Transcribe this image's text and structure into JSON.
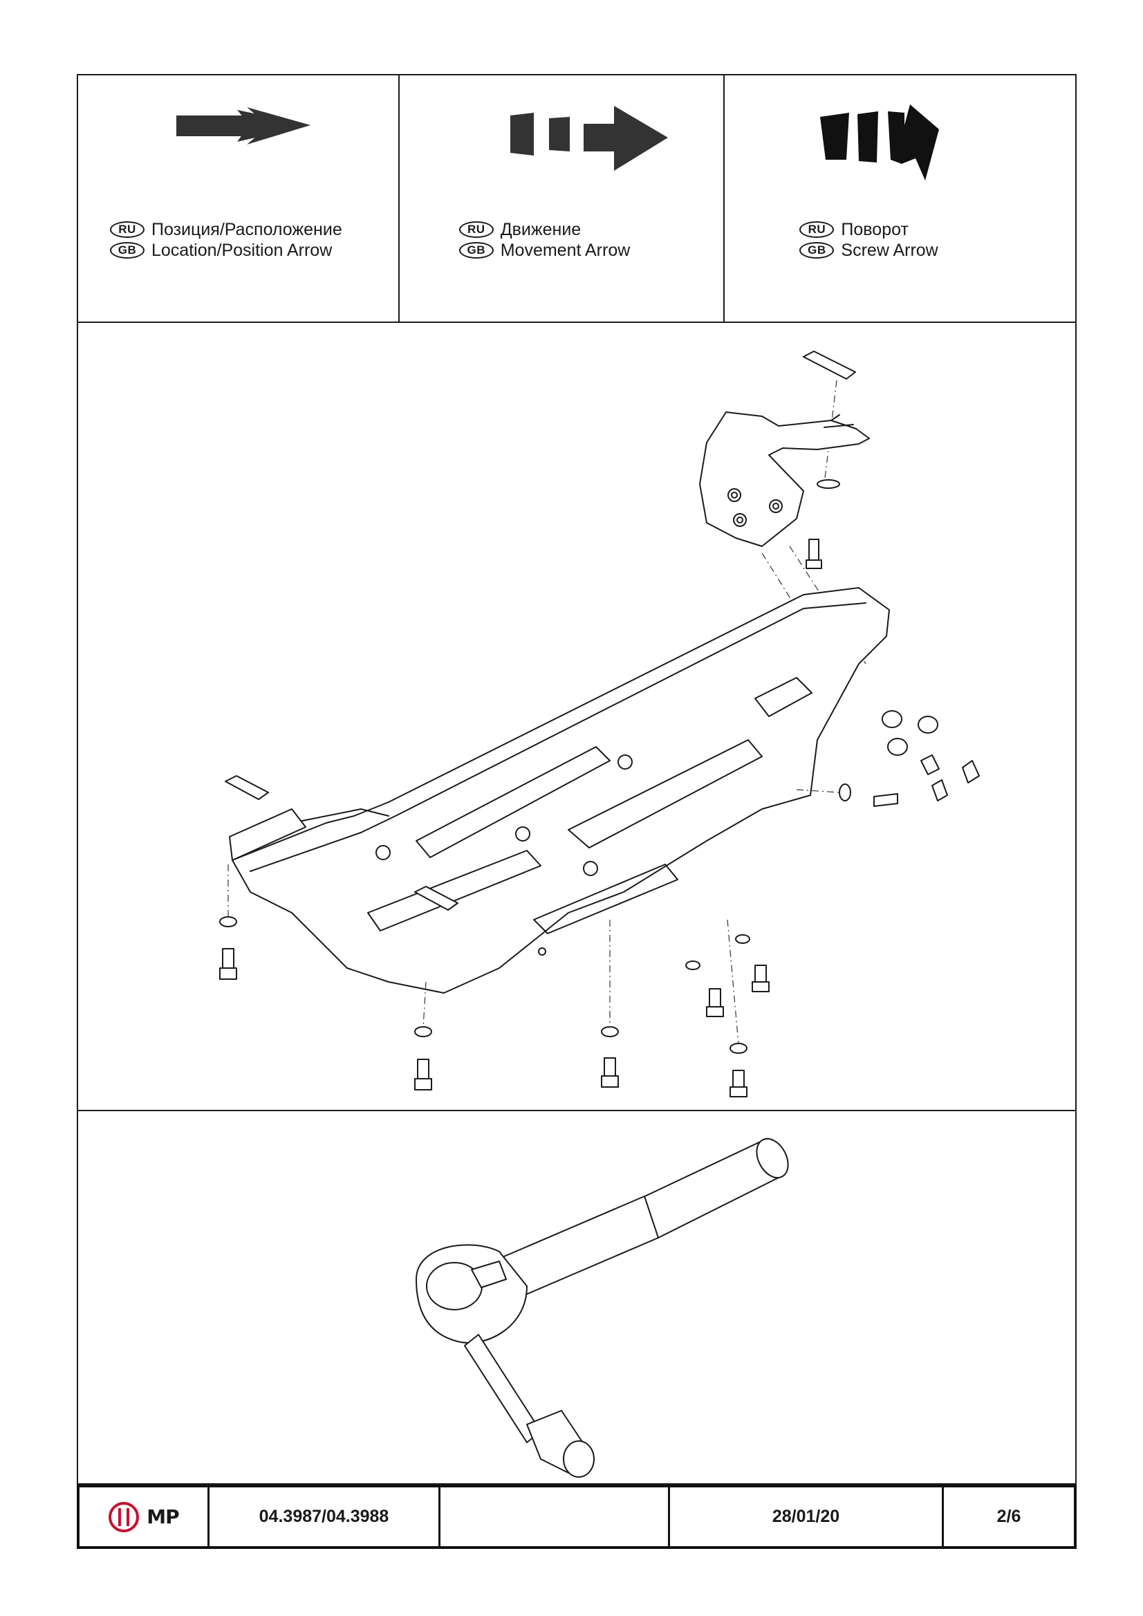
{
  "legend": {
    "location": {
      "ru_badge": "RU",
      "gb_badge": "GB",
      "ru": "Позиция/Расположение",
      "gb": "Location/Position Arrow"
    },
    "movement": {
      "ru_badge": "RU",
      "gb_badge": "GB",
      "ru": "Движение",
      "gb": "Movement Arrow"
    },
    "screw": {
      "ru_badge": "RU",
      "gb_badge": "GB",
      "ru": "Поворот",
      "gb": "Screw Arrow"
    }
  },
  "title_block": {
    "logo": "MP",
    "part_number": "04.3987/04.3988",
    "blank": "",
    "date": "28/01/20",
    "page": "2/6"
  },
  "icons": {
    "location_arrow": "solid-location-arrow-icon",
    "movement_arrow": "dashed-movement-arrow-icon",
    "screw_arrow": "curved-screw-arrow-icon",
    "tool": "ratchet-wrench-icon",
    "logo": "mp-logo-icon"
  },
  "colors": {
    "logo_red": "#c8102e",
    "ink": "#1a1a1a"
  }
}
